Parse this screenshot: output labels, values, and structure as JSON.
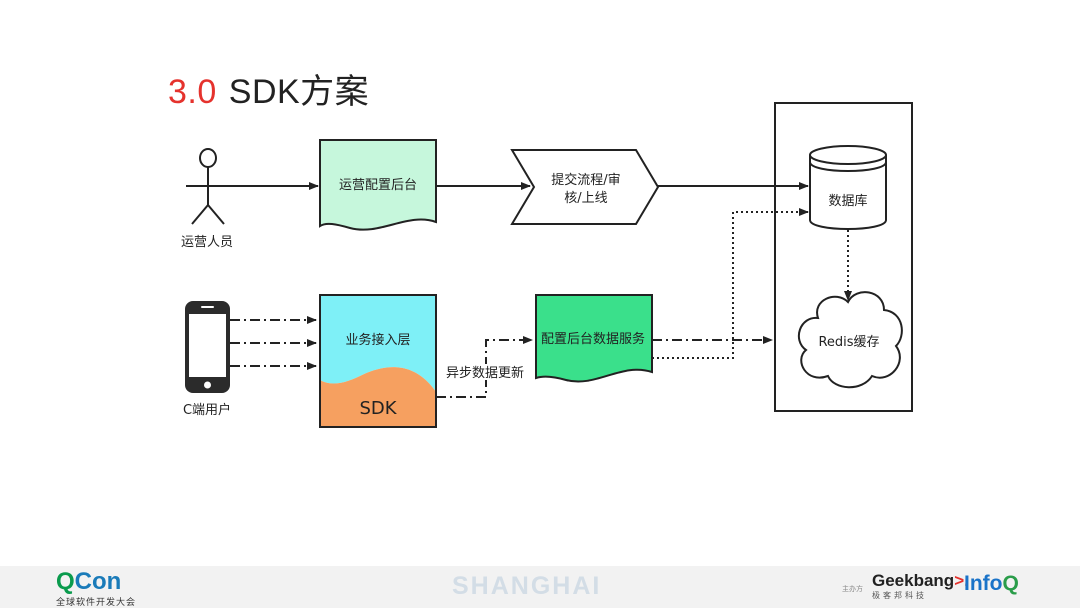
{
  "slide": {
    "title_number": "3.0",
    "title_text": "SDK方案"
  },
  "diagram": {
    "actor_operator": "运营人员",
    "box_ops_backend": "运营配置后台",
    "box_submit_line1": "提交流程/审",
    "box_submit_line2": "核/上线",
    "db_label": "数据库",
    "cache_label": "Redis缓存",
    "actor_c_user": "C端用户",
    "box_business_layer": "业务接入层",
    "box_sdk": "SDK",
    "edge_async_update": "异步数据更新",
    "box_config_service": "配置后台数据服务"
  },
  "footer": {
    "qcon_q": "Q",
    "qcon_rest": "Con",
    "qcon_subtitle": "全球软件开发大会",
    "city": "SHANGHAI",
    "host_label": "主办方",
    "geekbang_name": "Geekbang",
    "geekbang_mark": ">.",
    "geekbang_subtitle": "极客邦科技",
    "infoq_info": "Info",
    "infoq_q": "Q"
  },
  "colors": {
    "title_number": "#e5322d",
    "ops_box_fill": "#c6f7dc",
    "config_service_fill": "#3ae08b",
    "business_layer_fill": "#7ef0f7",
    "sdk_fill": "#f6a060"
  }
}
